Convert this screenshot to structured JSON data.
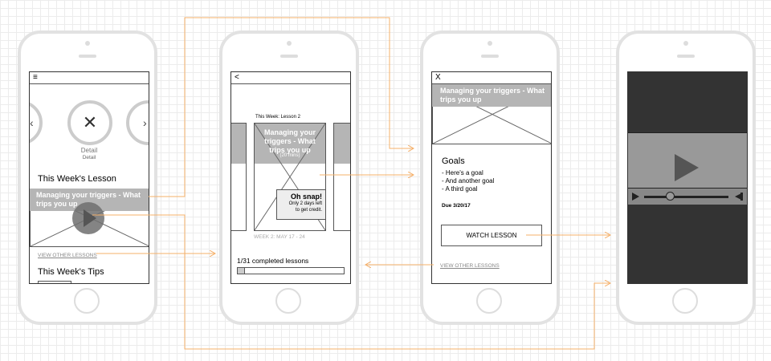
{
  "colors": {
    "connector": "#f5b06a",
    "banner": "#b5b5b5",
    "video_bg": "#333333"
  },
  "screen1": {
    "menu_icon": "hamburger-icon",
    "detail_title": "Detail",
    "detail_sub": "Detail",
    "lesson_heading": "This Week's Lesson",
    "lesson_title": "Managing your triggers - What trips you up",
    "view_other": "VIEW OTHER LESSONS",
    "tips_heading": "This Week's Tips"
  },
  "screen2": {
    "back": "<",
    "week_label": "This Week: Lesson 2",
    "card_title": "Managing your triggers - What trips you up",
    "card_duration": "(20 mins)",
    "alert_title": "Oh snap!",
    "alert_body": "Only 2 days left to get credit.",
    "week_range": "WEEK 2: MAY 17 - 24",
    "progress_label": "1/31 completed lessons",
    "progress": 0.032
  },
  "screen3": {
    "close": "X",
    "lesson_title": "Managing your triggers - What trips you up",
    "goals_heading": "Goals",
    "goals": [
      "- Here's a goal",
      "- And another goal",
      "- A third goal"
    ],
    "due": "Due 3/20/17",
    "watch_button": "WATCH LESSON",
    "view_other": "VIEW OTHER LESSONS"
  },
  "screen4": {
    "progress": 0.3
  }
}
